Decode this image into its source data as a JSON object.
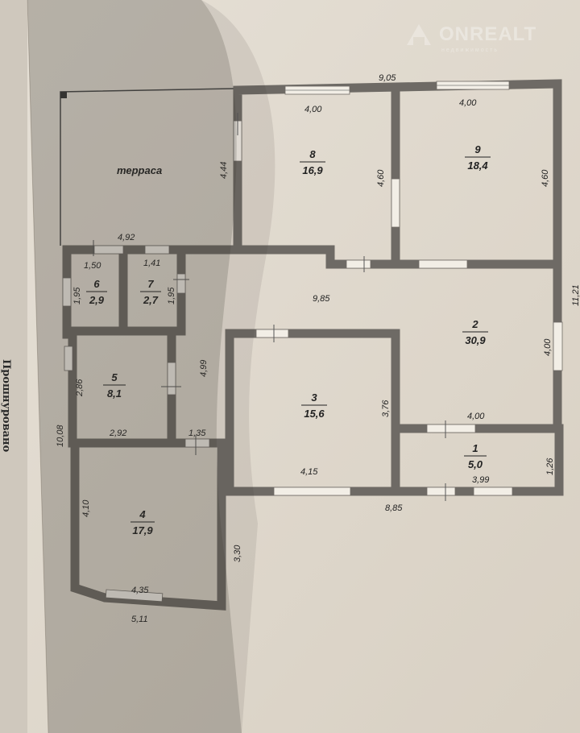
{
  "side_label": "Прошнуровано",
  "watermark": {
    "brand": "ONREALT",
    "tagline": "недвижимость"
  },
  "terrace": "терраса",
  "rooms": [
    {
      "number": "1",
      "area": "5,0"
    },
    {
      "number": "2",
      "area": "30,9"
    },
    {
      "number": "3",
      "area": "15,6"
    },
    {
      "number": "4",
      "area": "17,9"
    },
    {
      "number": "5",
      "area": "8,1"
    },
    {
      "number": "6",
      "area": "2,9"
    },
    {
      "number": "7",
      "area": "2,7"
    },
    {
      "number": "8",
      "area": "16,9"
    },
    {
      "number": "9",
      "area": "18,4"
    }
  ],
  "dimensions": {
    "top_total": "9,05",
    "r8_width": "4,00",
    "r9_width": "4,00",
    "r8_height": "4,60",
    "r9_height": "4,60",
    "terrace_height": "4,44",
    "terrace_width": "4,92",
    "r6_width": "1,50",
    "r7_width": "1,41",
    "r6_height": "1,95",
    "r7_height": "1,95",
    "hall_width": "9,85",
    "right_total": "11,21",
    "r2_height": "4,00",
    "r2_width": "4,00",
    "corridor": "4,99",
    "r5_height": "2,86",
    "r5_width": "2,92",
    "left_total": "10,08",
    "passage": "1,35",
    "r3_height": "3,76",
    "r3_width": "4,15",
    "r1_width": "3,99",
    "r1_height": "1,26",
    "bottom_mid": "8,85",
    "r4_height": "4,10",
    "r4_inner_width": "4,35",
    "r4_outer_width": "5,11",
    "r4_right": "3,30"
  }
}
